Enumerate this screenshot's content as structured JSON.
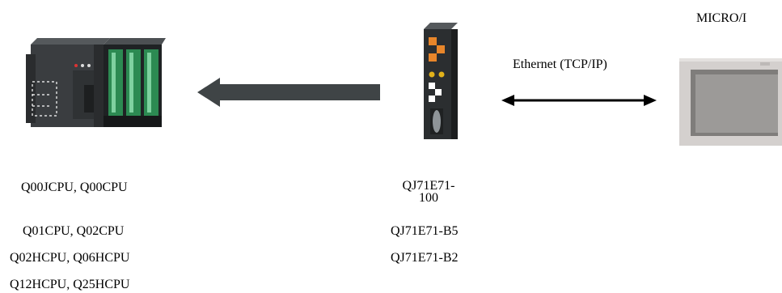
{
  "hmi": {
    "name": "MICRO/I"
  },
  "link": {
    "label": "Ethernet (TCP/IP)"
  },
  "plc": {
    "cpu_models": [
      "Q00JCPU, Q00CPU",
      "Q01CPU, Q02CPU",
      "Q02HCPU, Q06HCPU",
      "Q12HCPU, Q25HCPU"
    ]
  },
  "ethernet_unit": {
    "models": [
      "QJ71E71-\n100",
      "QJ71E71-B5",
      "QJ71E71-B2"
    ]
  },
  "colors": {
    "plc_body": "#3a3d40",
    "plc_slot": "#2c8a52",
    "arrow_fill": "#3f4446",
    "module_body": "#2b2e30",
    "module_accent": "#e8862a",
    "hmi_frame": "#d4d0ce",
    "hmi_screen": "#9c9a98"
  }
}
